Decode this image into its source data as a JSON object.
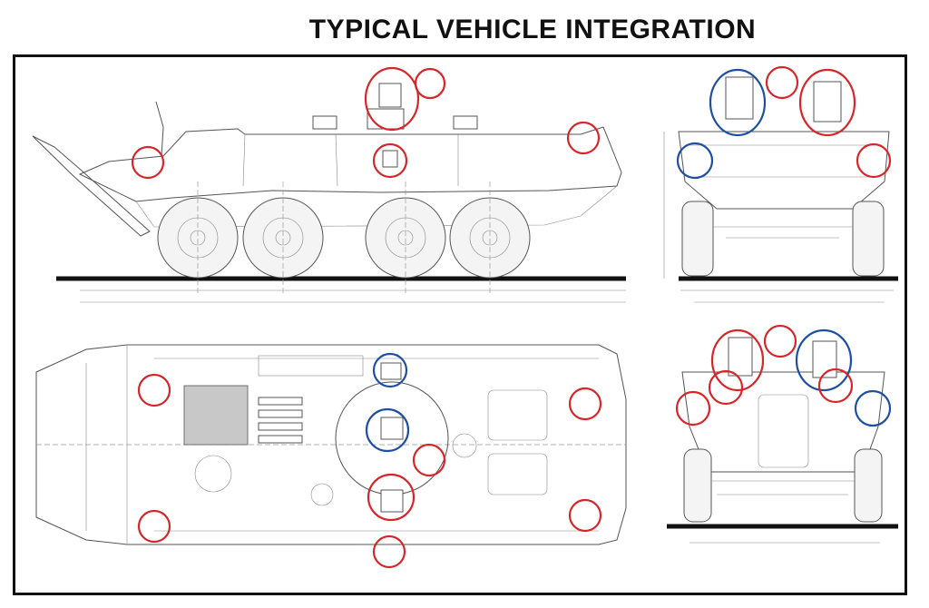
{
  "title": "TYPICAL VEHICLE INTEGRATION",
  "colors": {
    "marker_red": "#d6262a",
    "marker_blue": "#1f4fa3",
    "frame": "#111111",
    "line": "#555555"
  },
  "views": [
    "side-view",
    "front-view",
    "top-view",
    "rear-view"
  ]
}
